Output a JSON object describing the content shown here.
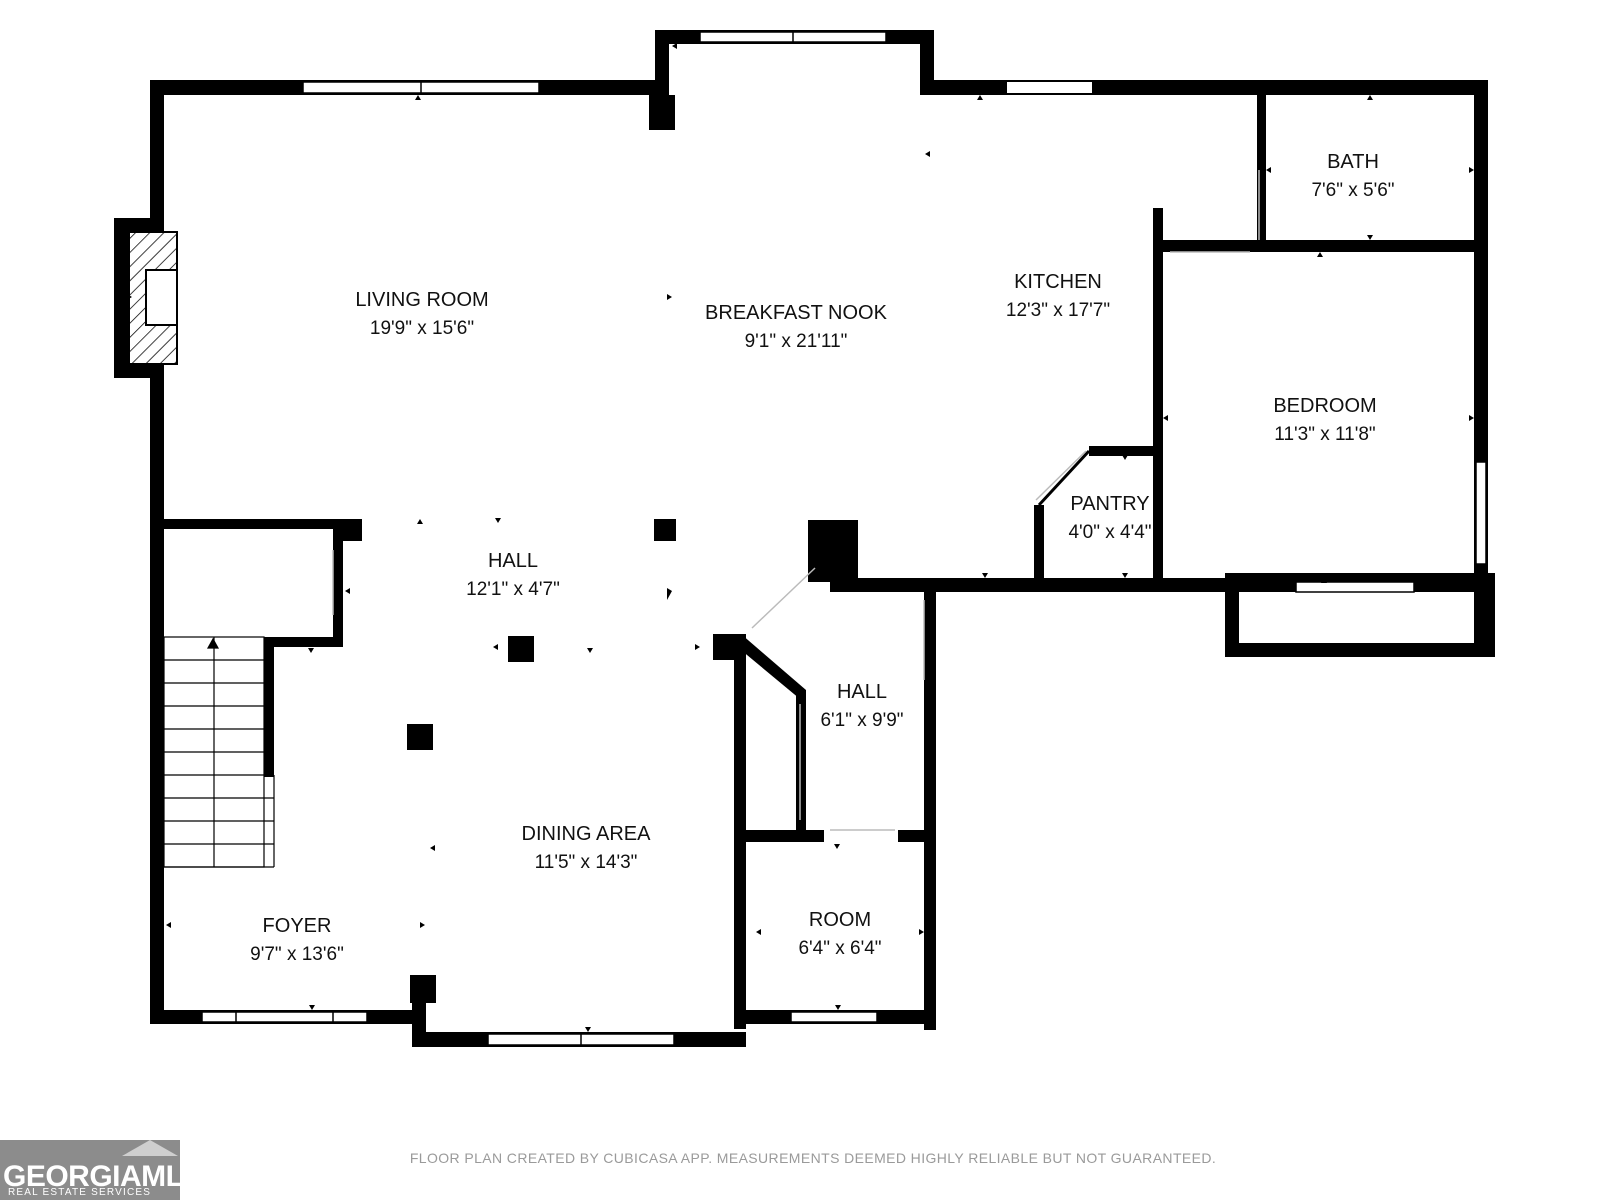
{
  "rooms": [
    {
      "key": "living",
      "name": "LIVING ROOM",
      "dims": "19'9\" x 15'6\""
    },
    {
      "key": "breakfast",
      "name": "BREAKFAST NOOK",
      "dims": "9'1\" x 21'11\""
    },
    {
      "key": "kitchen",
      "name": "KITCHEN",
      "dims": "12'3\" x 17'7\""
    },
    {
      "key": "bath",
      "name": "BATH",
      "dims": "7'6\" x 5'6\""
    },
    {
      "key": "bedroom",
      "name": "BEDROOM",
      "dims": "11'3\" x 11'8\""
    },
    {
      "key": "pantry",
      "name": "PANTRY",
      "dims": "4'0\" x 4'4\""
    },
    {
      "key": "hall_main",
      "name": "HALL",
      "dims": "12'1\" x 4'7\""
    },
    {
      "key": "hall_side",
      "name": "HALL",
      "dims": "6'1\" x 9'9\""
    },
    {
      "key": "dining",
      "name": "DINING AREA",
      "dims": "11'5\" x 14'3\""
    },
    {
      "key": "foyer",
      "name": "FOYER",
      "dims": "9'7\" x 13'6\""
    },
    {
      "key": "room",
      "name": "ROOM",
      "dims": "6'4\" x 6'4\""
    }
  ],
  "disclaimer": "FLOOR PLAN CREATED BY CUBICASA APP. MEASUREMENTS DEEMED HIGHLY RELIABLE BUT NOT GUARANTEED.",
  "logo": {
    "main": "GEORGIAMLS",
    "sub": "REAL ESTATE SERVICES",
    "color": "#8c8c8c"
  },
  "colors": {
    "wall": "#000000",
    "window": "#ffffff",
    "text": "#111111"
  }
}
